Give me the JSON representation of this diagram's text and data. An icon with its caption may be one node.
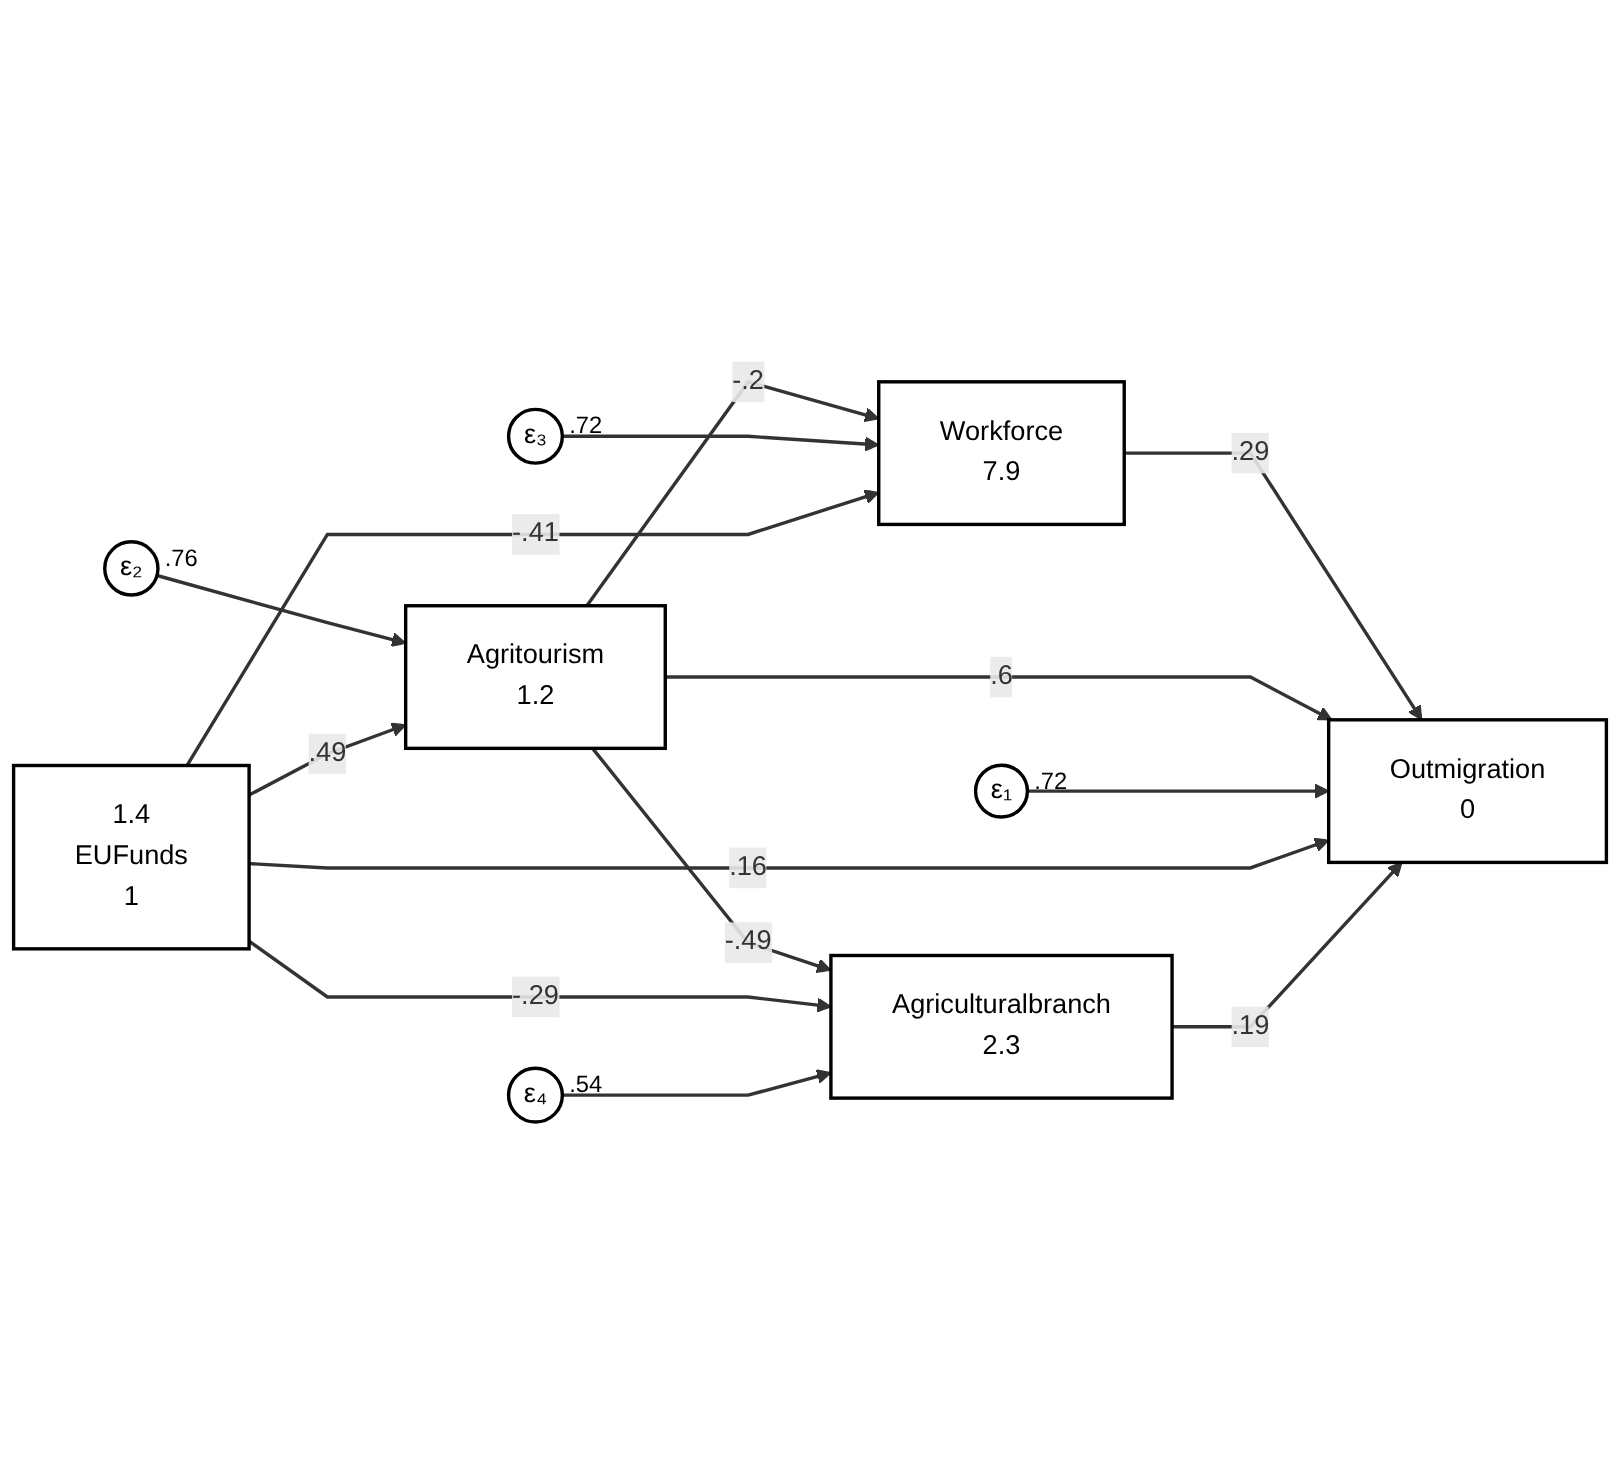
{
  "diagram": {
    "nodes": [
      {
        "text": [
          "Agritourism",
          "1.2"
        ]
      },
      {
        "text": [
          "ε₂"
        ],
        "beside": [
          ".76"
        ]
      },
      {
        "text": [
          "Workforce",
          "7.9"
        ]
      },
      {
        "text": [
          "ε₃"
        ],
        "beside": [
          ".72"
        ]
      },
      {
        "text": [
          "Outmigration",
          "0"
        ]
      },
      {
        "text": [
          "ε₁"
        ],
        "beside": [
          ".72"
        ]
      },
      {
        "text": [
          "1.4",
          "EUFunds",
          "1"
        ]
      },
      {
        "text": [
          "Agriculturalbranch",
          "2.3"
        ]
      },
      {
        "text": [
          "ε₄"
        ],
        "beside": [
          ".54"
        ]
      }
    ],
    "edges": [
      {
        "from": 1,
        "to": 0,
        "arrow": "to"
      },
      {
        "from": 0,
        "to": 2,
        "arrow": "to",
        "label": "-.2"
      },
      {
        "from": 3,
        "to": 2,
        "arrow": "to"
      },
      {
        "from": 2,
        "to": 4,
        "arrow": "to",
        "label": ".29"
      },
      {
        "from": 0,
        "to": 4,
        "arrow": "to",
        "label": ".6"
      },
      {
        "from": 5,
        "to": 4,
        "arrow": "to"
      },
      {
        "from": 6,
        "to": 2,
        "arrow": "to",
        "label": "-.41"
      },
      {
        "from": 6,
        "to": 0,
        "arrow": "to",
        "label": ".49"
      },
      {
        "from": 6,
        "to": 4,
        "arrow": "to",
        "label": ".16"
      },
      {
        "from": 0,
        "to": 7,
        "arrow": "to",
        "label": "-.49"
      },
      {
        "from": 6,
        "to": 7,
        "arrow": "to",
        "label": "-.29"
      },
      {
        "from": 7,
        "to": 4,
        "arrow": "to",
        "label": ".19"
      },
      {
        "from": 8,
        "to": 7,
        "arrow": "to"
      }
    ]
  }
}
